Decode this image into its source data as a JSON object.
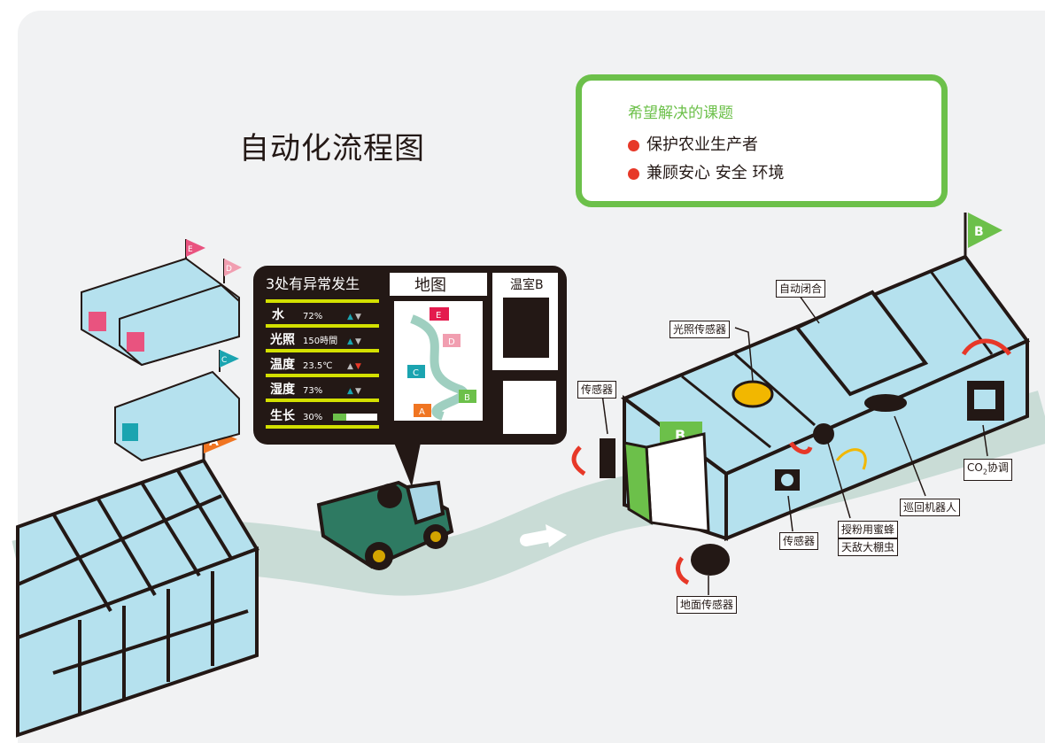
{
  "title": "自动化流程图",
  "goal_box": {
    "heading": "希望解决的课题",
    "items": [
      "保护农业生产者",
      "兼顾安心 安全 环境"
    ]
  },
  "flags": [
    "A",
    "B",
    "C",
    "D",
    "E"
  ],
  "map_popup": {
    "alert_title": "3处有异常发生",
    "map_title": "地图",
    "house_title": "温室B",
    "rows": [
      {
        "label": "水",
        "value": "72%"
      },
      {
        "label": "光照",
        "value": "150時間"
      },
      {
        "label": "温度",
        "value": "23.5℃"
      },
      {
        "label": "湿度",
        "value": "73%"
      },
      {
        "label": "生长",
        "value": "30%"
      }
    ],
    "growth_progress": 0.3,
    "map_markers": [
      "E",
      "D",
      "C",
      "A",
      "B"
    ]
  },
  "greenhouse_b_sign": "B",
  "labels": {
    "auto_close": "自动闭合",
    "light_sensor": "光照传感器",
    "sensor_left": "传感器",
    "sensor_bottom": "传感器",
    "ground_sensor": "地面传感器",
    "pollinator": "授粉用蜜蜂",
    "natural_enemy": "天敌大棚虫",
    "patrol_robot": "巡回机器人",
    "co2": "CO",
    "co2_sub": "2",
    "co2_tail": "协调"
  },
  "colors": {
    "glass": "#b5e1ee",
    "path": "#c9dcd6",
    "green": "#6cc04a",
    "orange": "#f07522",
    "teal": "#1ba4b0",
    "pink": "#e9537f",
    "red": "#e73828",
    "dark": "#231815",
    "lime": "#d3e000"
  }
}
